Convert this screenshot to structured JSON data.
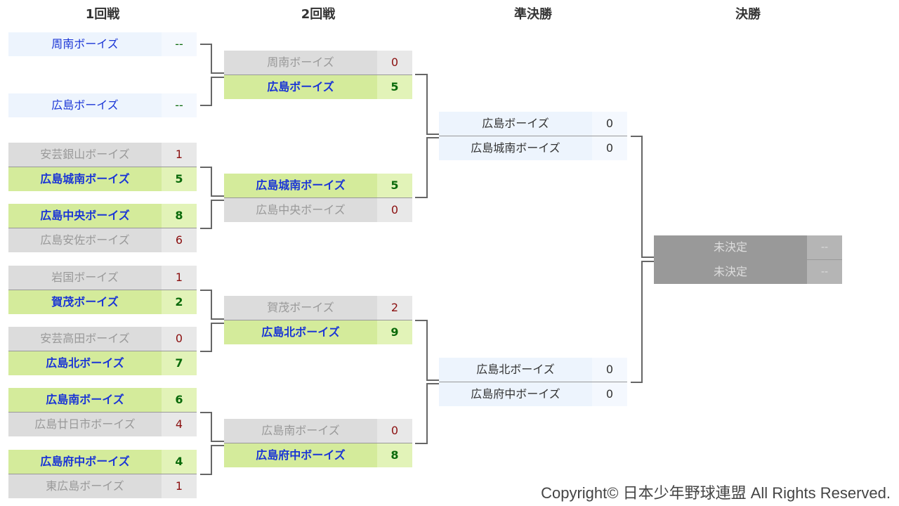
{
  "headers": [
    "1回戦",
    "2回戦",
    "準決勝",
    "決勝"
  ],
  "rounds": [
    [
      [
        {
          "name": "周南ボーイズ",
          "score": "--",
          "state": "pend"
        },
        {
          "name": "広島ボーイズ",
          "score": "--",
          "state": "pend"
        }
      ],
      [
        {
          "name": "安芸銀山ボーイズ",
          "score": "1",
          "state": "lose"
        },
        {
          "name": "広島城南ボーイズ",
          "score": "5",
          "state": "win"
        }
      ],
      [
        {
          "name": "広島中央ボーイズ",
          "score": "8",
          "state": "win"
        },
        {
          "name": "広島安佐ボーイズ",
          "score": "6",
          "state": "lose"
        }
      ],
      [
        {
          "name": "岩国ボーイズ",
          "score": "1",
          "state": "lose"
        },
        {
          "name": "賀茂ボーイズ",
          "score": "2",
          "state": "win"
        }
      ],
      [
        {
          "name": "安芸高田ボーイズ",
          "score": "0",
          "state": "lose"
        },
        {
          "name": "広島北ボーイズ",
          "score": "7",
          "state": "win"
        }
      ],
      [
        {
          "name": "広島南ボーイズ",
          "score": "6",
          "state": "win"
        },
        {
          "name": "広島廿日市ボーイズ",
          "score": "4",
          "state": "lose"
        }
      ],
      [
        {
          "name": "広島府中ボーイズ",
          "score": "4",
          "state": "win"
        },
        {
          "name": "東広島ボーイズ",
          "score": "1",
          "state": "lose"
        }
      ]
    ],
    [
      [
        {
          "name": "周南ボーイズ",
          "score": "0",
          "state": "lose"
        },
        {
          "name": "広島ボーイズ",
          "score": "5",
          "state": "win"
        }
      ],
      [
        {
          "name": "広島城南ボーイズ",
          "score": "5",
          "state": "win"
        },
        {
          "name": "広島中央ボーイズ",
          "score": "0",
          "state": "lose"
        }
      ],
      [
        {
          "name": "賀茂ボーイズ",
          "score": "2",
          "state": "lose"
        },
        {
          "name": "広島北ボーイズ",
          "score": "9",
          "state": "win"
        }
      ],
      [
        {
          "name": "広島南ボーイズ",
          "score": "0",
          "state": "lose"
        },
        {
          "name": "広島府中ボーイズ",
          "score": "8",
          "state": "win"
        }
      ]
    ],
    [
      [
        {
          "name": "広島ボーイズ",
          "score": "0",
          "state": "pend2"
        },
        {
          "name": "広島城南ボーイズ",
          "score": "0",
          "state": "pend2"
        }
      ],
      [
        {
          "name": "広島北ボーイズ",
          "score": "0",
          "state": "pend2"
        },
        {
          "name": "広島府中ボーイズ",
          "score": "0",
          "state": "pend2"
        }
      ]
    ],
    [
      [
        {
          "name": "未決定",
          "score": "--",
          "state": "tbd"
        },
        {
          "name": "未決定",
          "score": "--",
          "state": "tbd"
        }
      ]
    ]
  ],
  "footer": "Copyright©  日本少年野球連盟 All Rights Reserved."
}
